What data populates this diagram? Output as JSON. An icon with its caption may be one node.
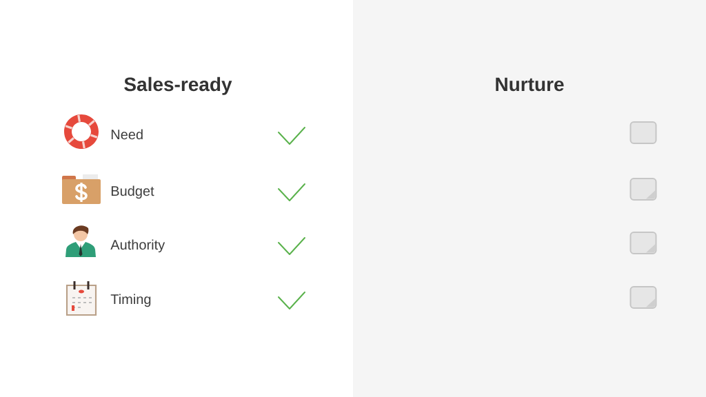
{
  "diagram": {
    "nodes": [
      {
        "text": [
          "Sales-ready"
        ]
      },
      {
        "text": [
          "Nurture"
        ]
      }
    ],
    "labels": [
      "Need",
      "Budget",
      "Authority",
      "Timing"
    ]
  }
}
